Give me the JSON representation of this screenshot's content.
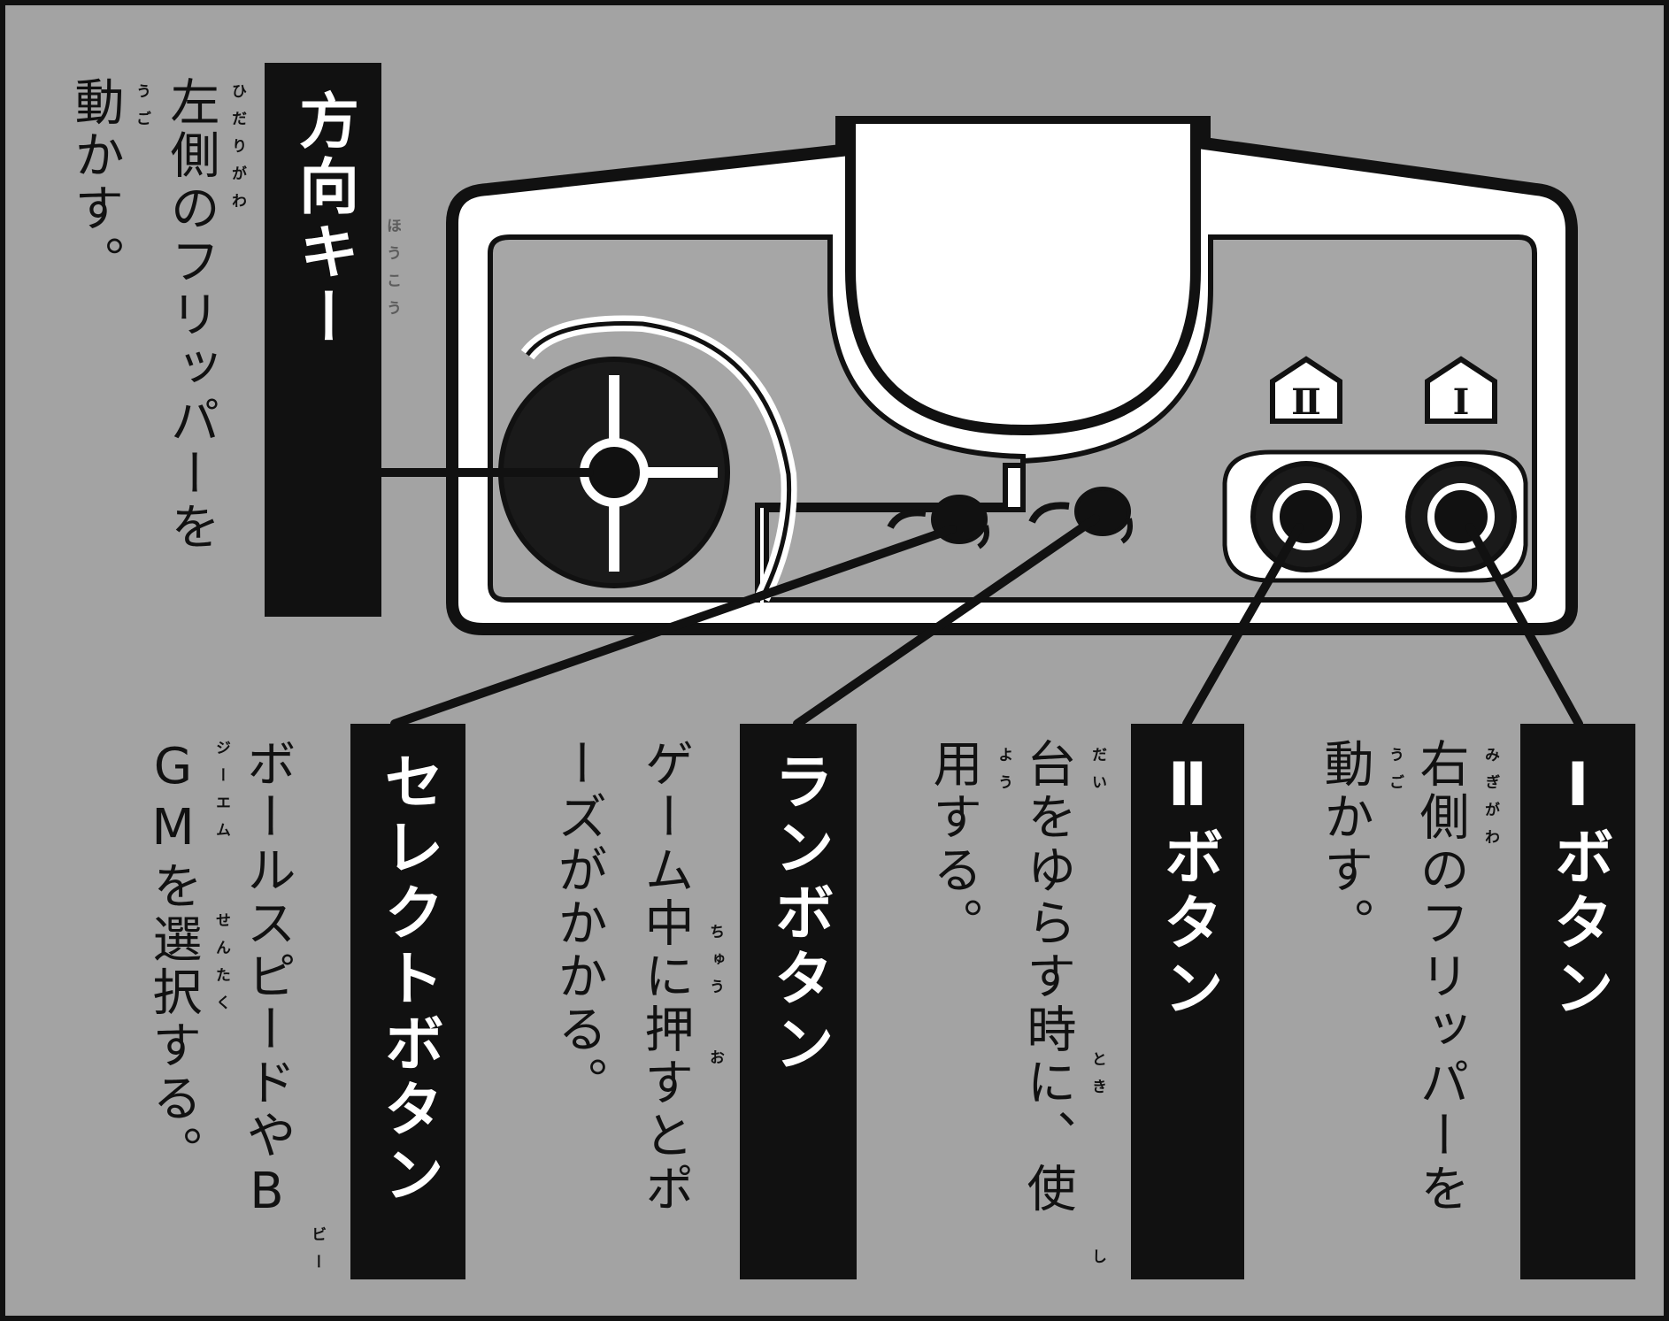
{
  "callouts": {
    "direction_key": {
      "label": "方向キー",
      "label_ruby": "ほうこう",
      "desc_line1": "左側のフリッパーを",
      "desc_line1_ruby": "ひだりがわ",
      "desc_line2": "動かす。",
      "desc_line2_ruby": "うご"
    },
    "select_button": {
      "label": "セレクトボタン",
      "desc_line1": "ボールスピードやB",
      "desc_line1_ruby": "ビー",
      "desc_line2": "GMを選択する。",
      "desc_line2_ruby_gm": "ジーエム",
      "desc_line2_ruby_select": "せんたく"
    },
    "run_button": {
      "label": "ランボタン",
      "desc_line1": "ゲーム中に押すとポ",
      "desc_line1_ruby_naka": "ちゅう",
      "desc_line1_ruby_osu": "お",
      "desc_line2": "ーズがかかる。"
    },
    "button_2": {
      "label": "Ⅱボタン",
      "desc_line1": "台をゆらす時に、使",
      "desc_line1_ruby_dai": "だい",
      "desc_line1_ruby_toki": "とき",
      "desc_line1_ruby_tsuka": "し",
      "desc_line2": "用する。",
      "desc_line2_ruby": "よう"
    },
    "button_1": {
      "label": "Ⅰボタン",
      "desc_line1": "右側のフリッパーを",
      "desc_line1_ruby": "みぎがわ",
      "desc_line2": "動かす。",
      "desc_line2_ruby": "うご"
    }
  },
  "controller": {
    "button_2_marker": "Ⅱ",
    "button_1_marker": "Ⅰ"
  }
}
